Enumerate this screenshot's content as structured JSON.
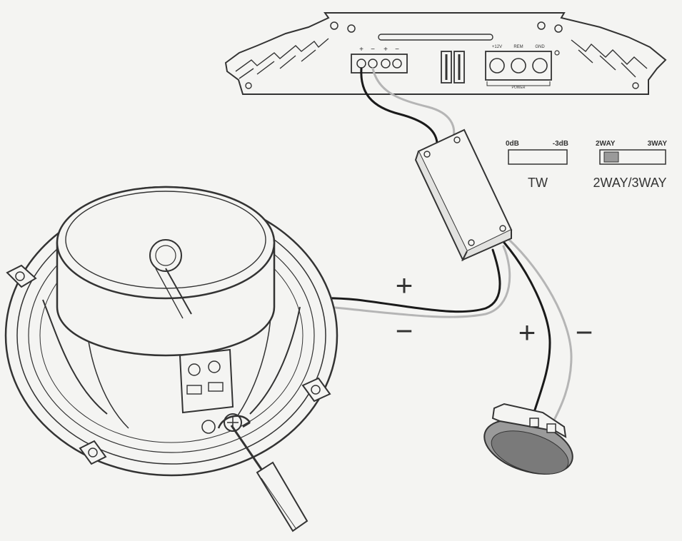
{
  "amp": {
    "spk_terms": [
      "+",
      "−",
      "+",
      "−"
    ],
    "pwr_12v": "+12V",
    "pwr_rem": "REM",
    "pwr_gnd": "GND",
    "pwr_label": "POWER"
  },
  "switch_tw": {
    "left": "0dB",
    "right": "-3dB",
    "caption": "TW"
  },
  "switch_way": {
    "left": "2WAY",
    "right": "3WAY",
    "caption": "2WAY/3WAY"
  },
  "woofer_pos": "+",
  "woofer_neg": "−",
  "tweeter_pos": "+",
  "tweeter_neg": "−",
  "colors": {
    "line": "#333333",
    "wire_pos": "#1a1a1a",
    "wire_neg": "#b5b5b5",
    "bg": "#f4f4f2"
  }
}
